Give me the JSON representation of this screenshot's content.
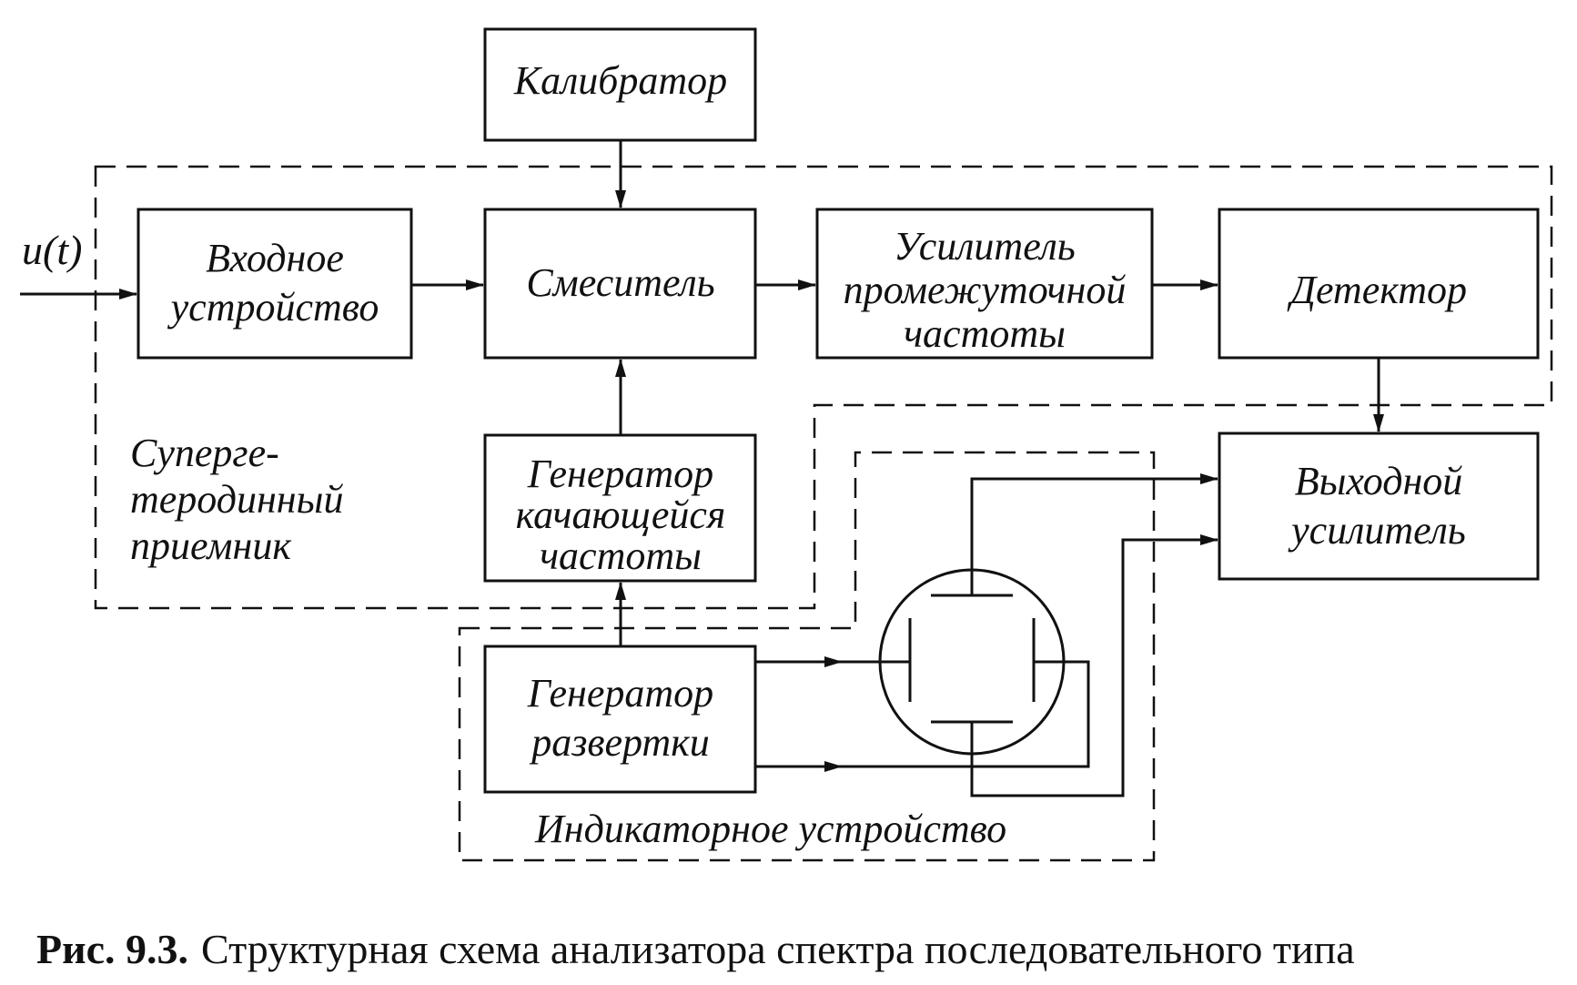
{
  "diagram": {
    "input_signal": "u(t)",
    "blocks": {
      "calibrator": [
        "Калибратор"
      ],
      "input_device": [
        "Входное",
        "устройство"
      ],
      "mixer": [
        "Смеситель"
      ],
      "if_amplifier": [
        "Усилитель",
        "промежуточной",
        "частоты"
      ],
      "detector": [
        "Детектор"
      ],
      "sweep_generator": [
        "Генератор",
        "качающейся",
        "частоты"
      ],
      "output_amplifier": [
        "Выходной",
        "усилитель"
      ],
      "scan_generator": [
        "Генератор",
        "развертки"
      ]
    },
    "groups": {
      "receiver": [
        "Суперге-",
        "теродинный",
        "приемник"
      ],
      "indicator": [
        "Индикаторное устройство"
      ]
    }
  },
  "caption": {
    "number": "Рис. 9.3.",
    "text": "Структурная схема анализатора спектра последовательного типа"
  }
}
